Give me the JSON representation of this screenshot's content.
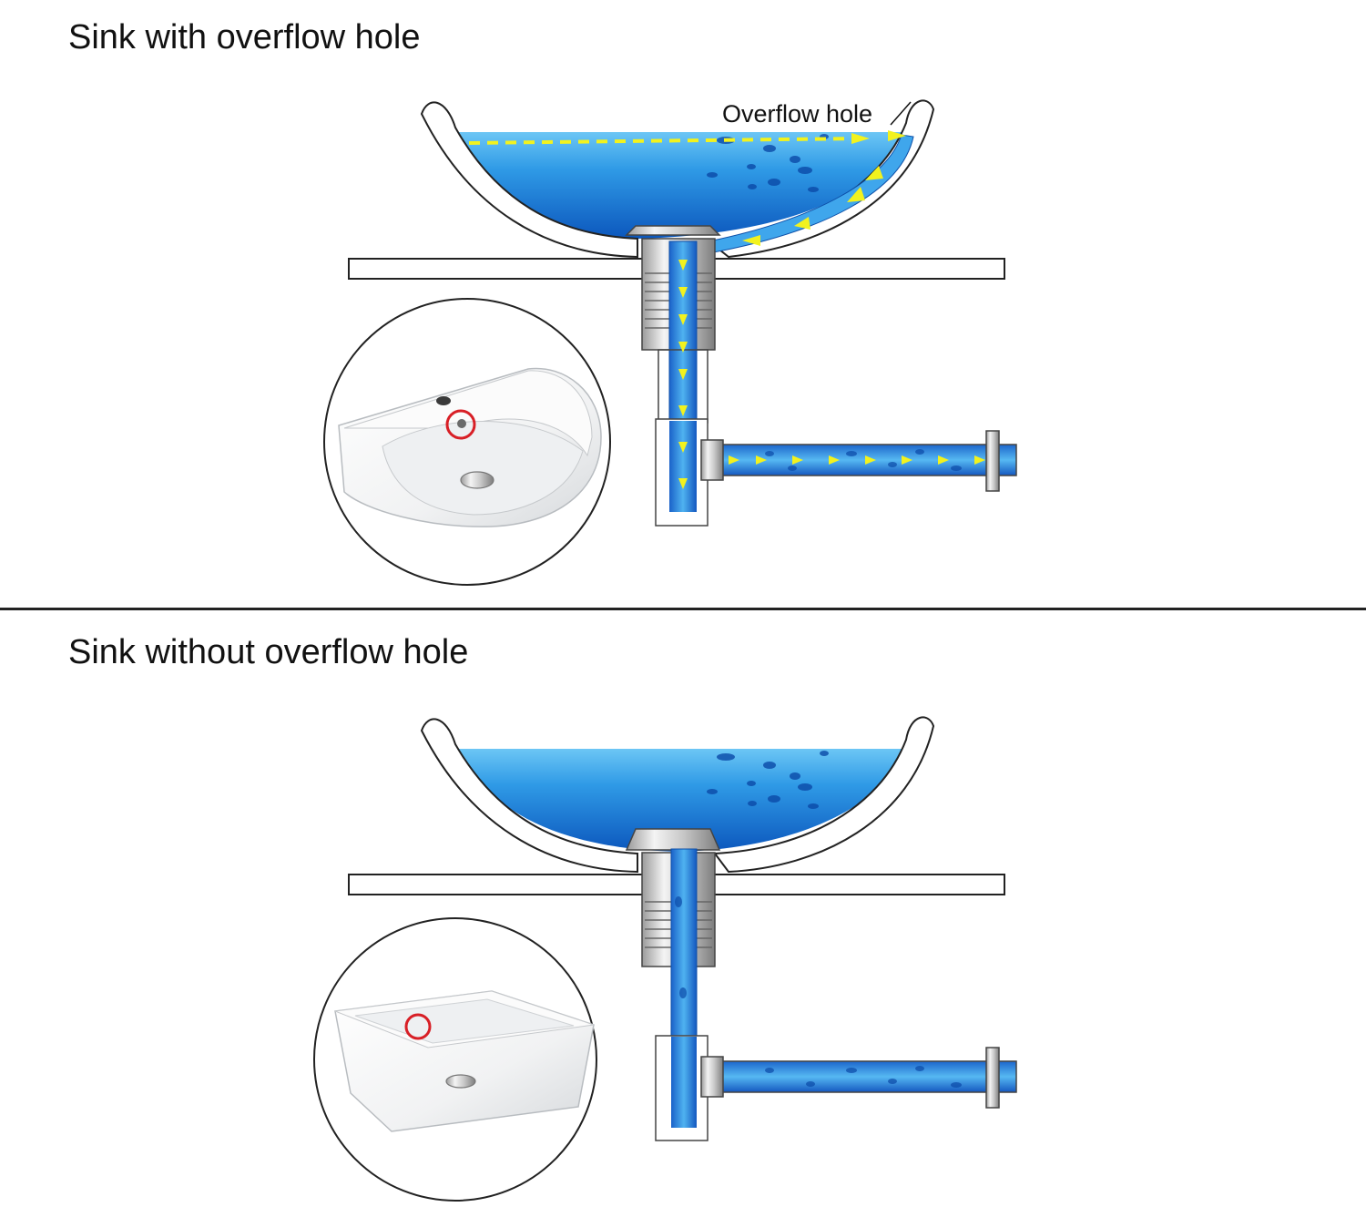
{
  "sections": {
    "with_hole": {
      "title": "Sink with overflow hole",
      "callout": "Overflow hole"
    },
    "without_hole": {
      "title": "Sink without overflow hole"
    }
  },
  "colors": {
    "water_light": "#4fb4ee",
    "water_dark": "#0a4fb0",
    "flow_arrow": "#f2f21e",
    "outline": "#222222",
    "highlight_circle": "#d81f26"
  },
  "icons": [
    "flow-arrow-icon",
    "drain-icon",
    "overflow-hole-icon"
  ]
}
